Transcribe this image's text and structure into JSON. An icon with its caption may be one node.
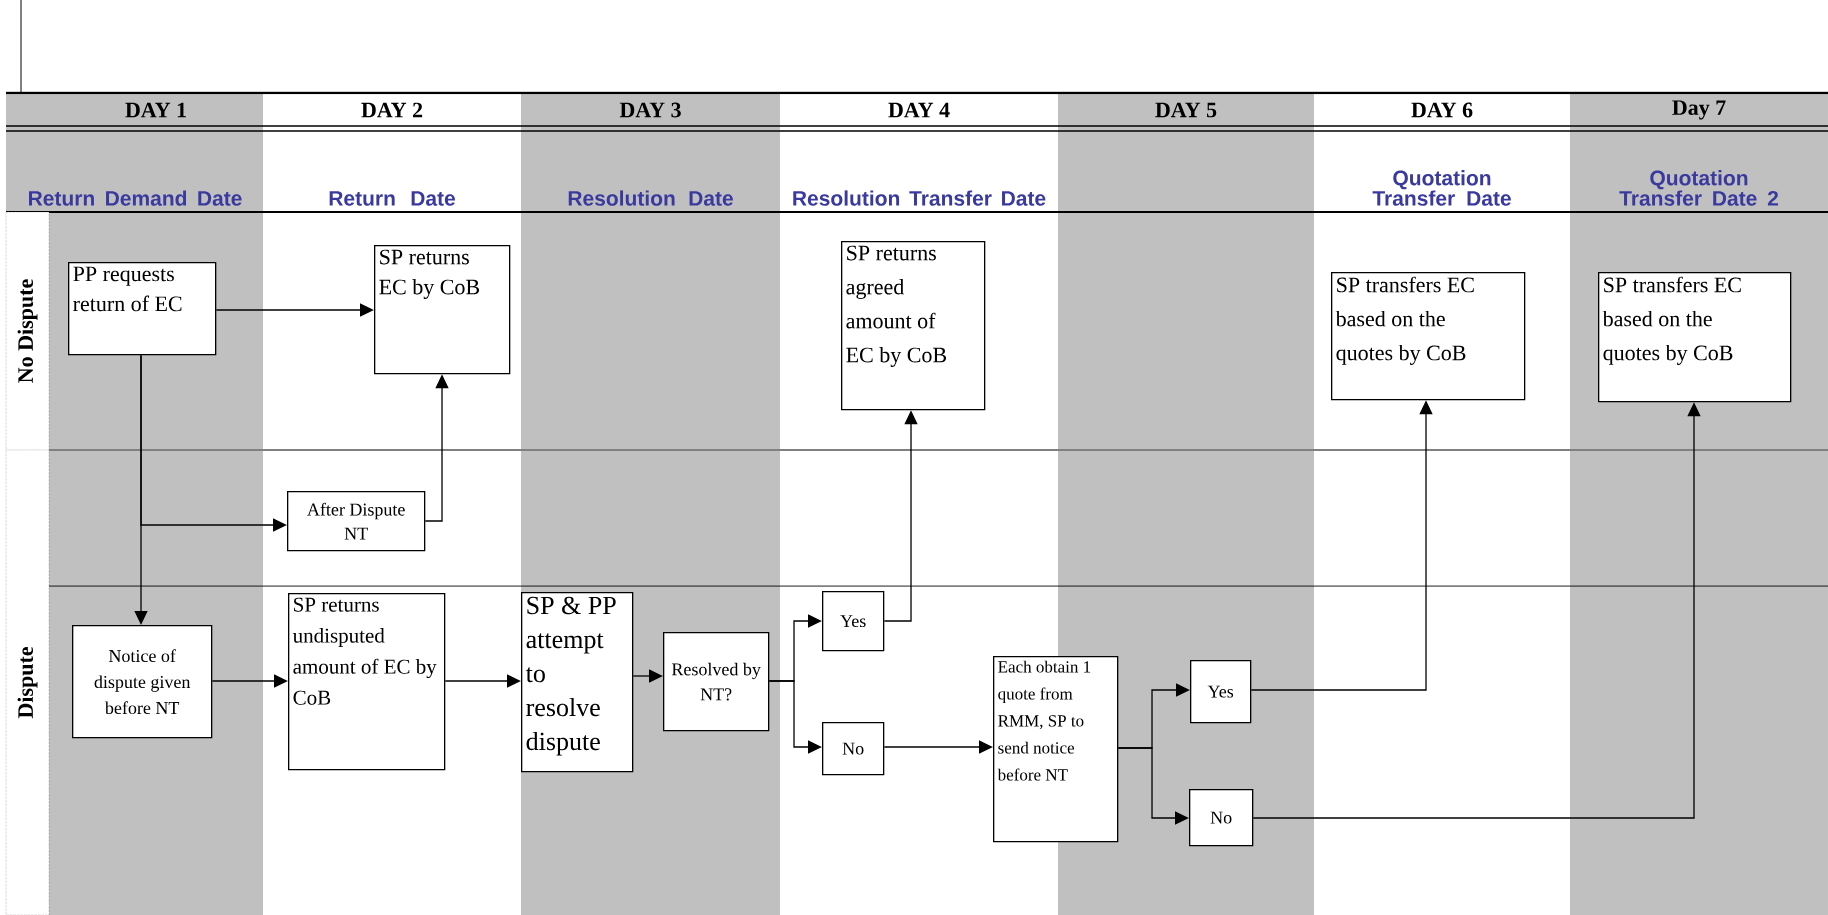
{
  "diagram": {
    "nodes": [
      {
        "text": [
          "No Dispute"
        ]
      },
      {
        "text": [
          "Dispute"
        ]
      },
      {
        "text": [
          "PP requests return of EC"
        ]
      },
      {
        "text": [
          "SP returns EC by CoB"
        ]
      },
      {
        "text": [
          "After Dispute NT"
        ]
      },
      {
        "text": [
          "Notice of dispute given before NT"
        ]
      },
      {
        "text": [
          "SP returns undisputed amount of EC by CoB"
        ]
      },
      {
        "text": [
          "SP & PP attempt to resolve dispute"
        ]
      },
      {
        "text": [
          "Resolved by NT?"
        ]
      },
      {
        "text": [
          "Yes"
        ]
      },
      {
        "text": [
          "No"
        ]
      },
      {
        "text": [
          "SP returns agreed amount of EC by CoB"
        ]
      },
      {
        "text": [
          "Each obtain 1 quote from RMM, SP to send notice before NT"
        ]
      },
      {
        "text": [
          "Yes"
        ]
      },
      {
        "text": [
          "No"
        ]
      },
      {
        "text": [
          "SP transfers EC based on the quotes by CoB"
        ]
      },
      {
        "text": [
          "SP transfers EC based on the quotes by CoB"
        ]
      }
    ],
    "edges": [
      {
        "from": 2,
        "to": 3,
        "arrow": "to"
      },
      {
        "from": 2,
        "to": 4,
        "arrow": "to"
      },
      {
        "from": 2,
        "to": 5,
        "arrow": "to"
      },
      {
        "from": 4,
        "to": 3,
        "arrow": "to"
      },
      {
        "from": 5,
        "to": 6,
        "arrow": "to"
      },
      {
        "from": 6,
        "to": 7,
        "arrow": "to"
      },
      {
        "from": 7,
        "to": 8,
        "arrow": "to"
      },
      {
        "from": 8,
        "to": 9,
        "arrow": "to"
      },
      {
        "from": 8,
        "to": 10,
        "arrow": "to"
      },
      {
        "from": 9,
        "to": 11,
        "arrow": "to"
      },
      {
        "from": 10,
        "to": 12,
        "arrow": "to"
      },
      {
        "from": 12,
        "to": 13,
        "arrow": "to"
      },
      {
        "from": 12,
        "to": 14,
        "arrow": "to"
      },
      {
        "from": 13,
        "to": 15,
        "arrow": "to"
      },
      {
        "from": 14,
        "to": 16,
        "arrow": "to"
      }
    ],
    "labels": [
      "DAY 1",
      "DAY 2",
      "DAY 3",
      "DAY 4",
      "DAY 5",
      "DAY 6",
      "Day 7",
      "Return Demand Date",
      "Return Date",
      "Resolution Date",
      "Resolution Transfer Date",
      "Quotation Transfer Date",
      "Quotation Transfer Date 2"
    ]
  }
}
